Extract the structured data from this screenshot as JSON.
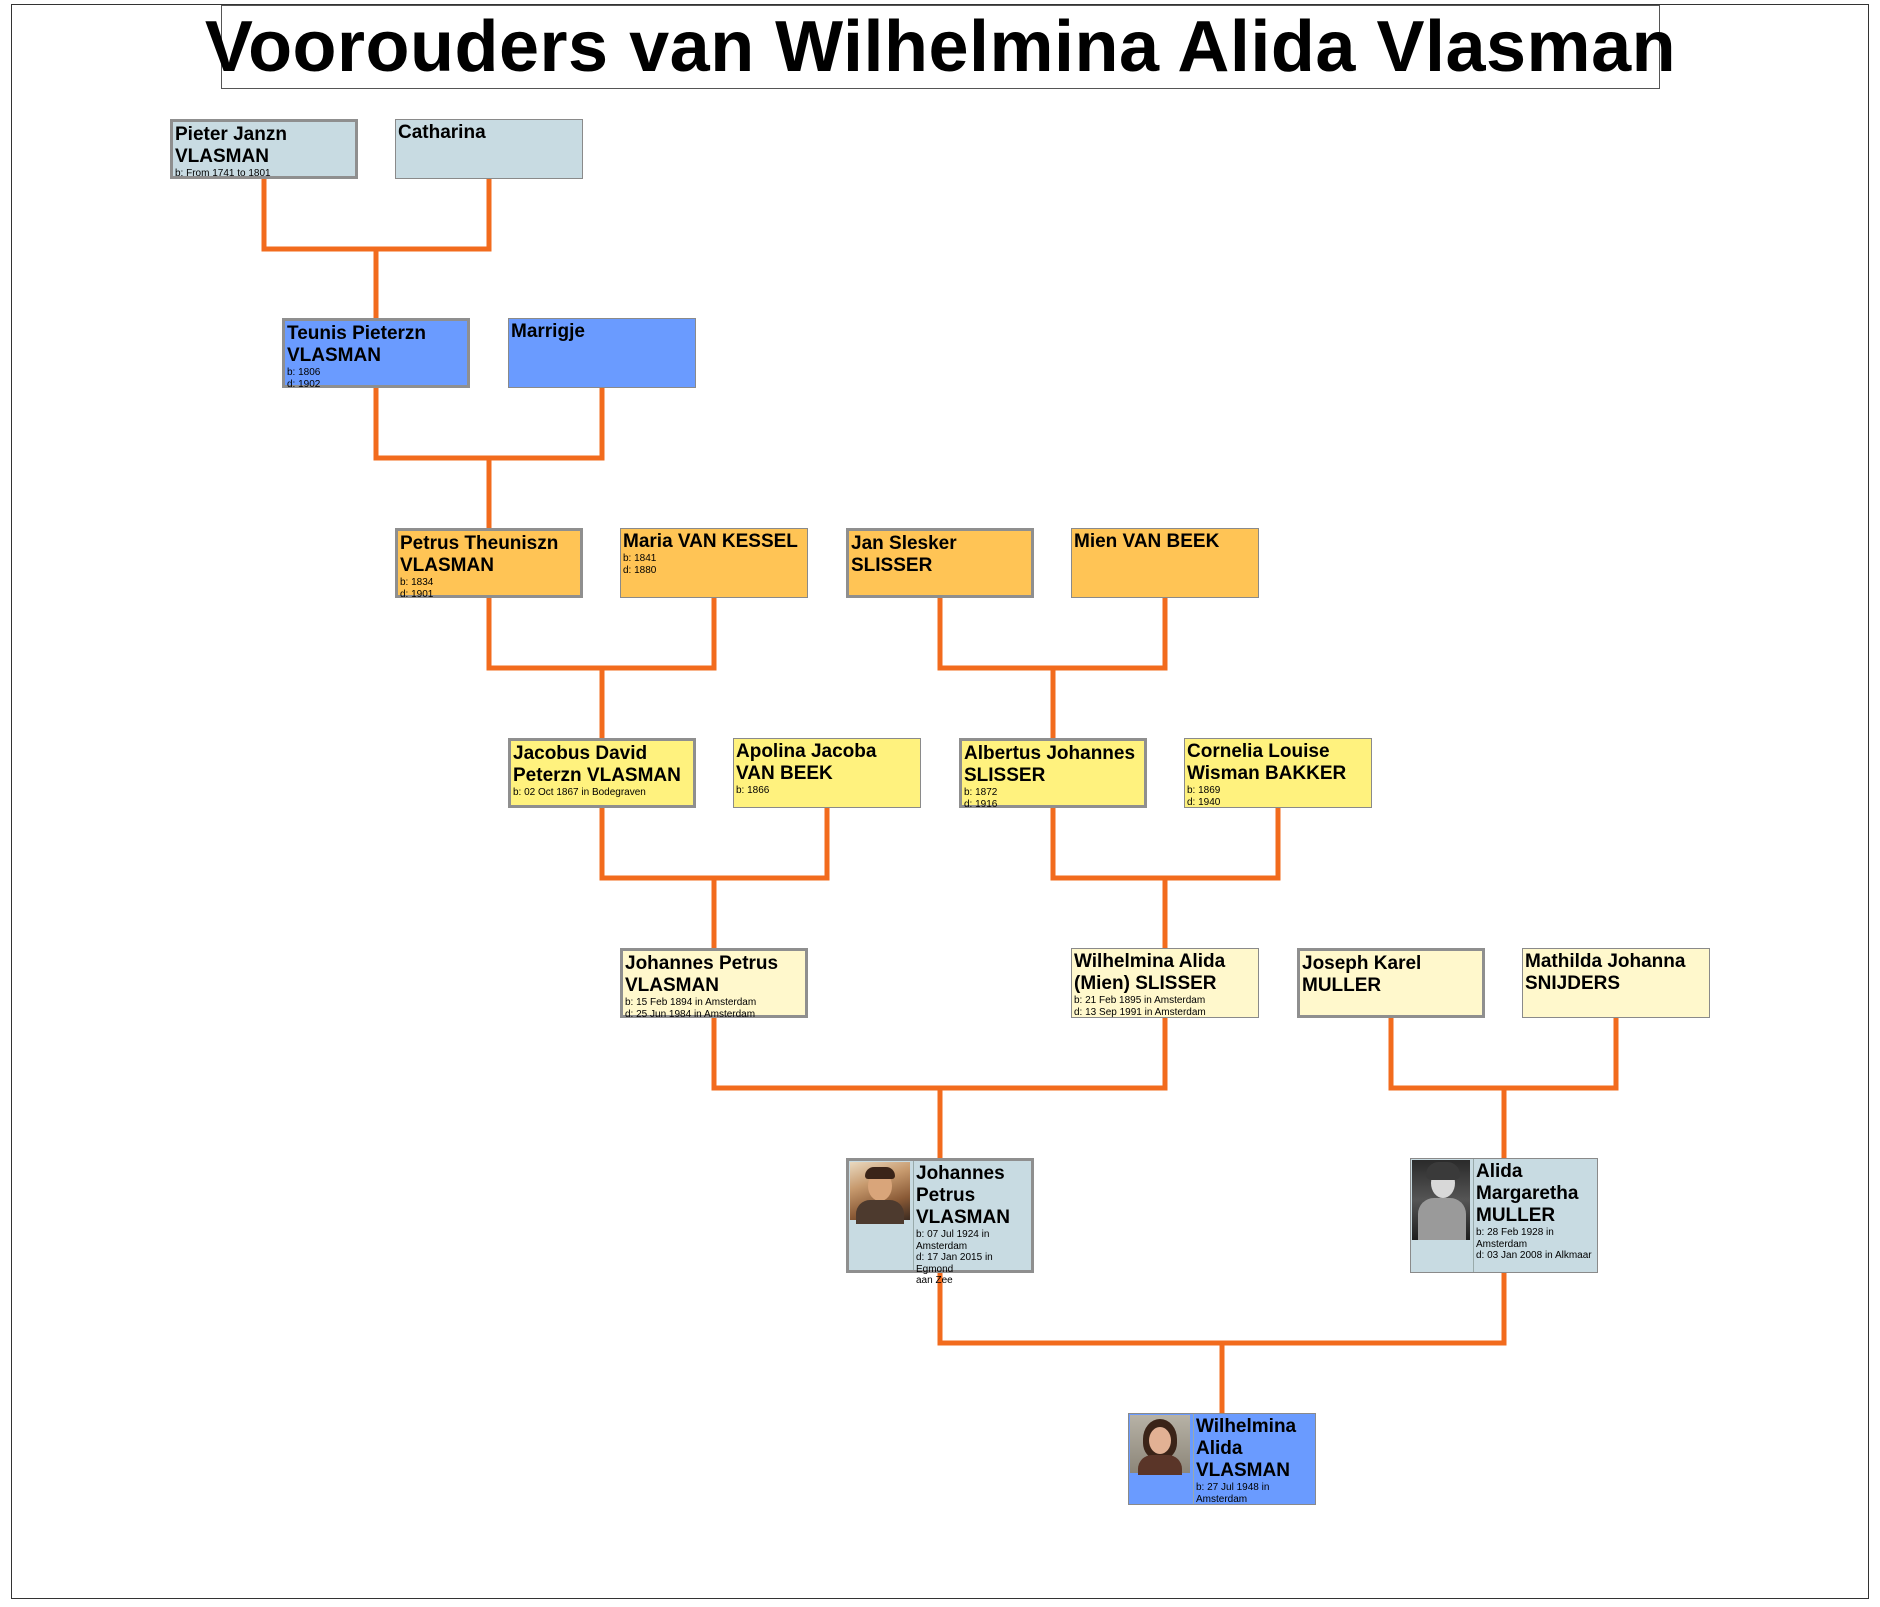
{
  "title": "Voorouders van Wilhelmina Alida Vlasman",
  "colors": {
    "line": "#f26b1d",
    "gen_blue_gray": "#c8dbe2",
    "gen_blue": "#6a9bff",
    "gen_orange": "#ffc455",
    "gen_yellow": "#fff27e",
    "gen_cream": "#fff8cc"
  },
  "people": {
    "pieter": {
      "name": "Pieter Janzn\nVLASMAN",
      "dates": "b: From 1741 to 1801"
    },
    "catharina": {
      "name": "Catharina",
      "dates": ""
    },
    "teunis": {
      "name": "Teunis Pieterzn\nVLASMAN",
      "dates": "b: 1806\nd: 1902"
    },
    "marrigje": {
      "name": "Marrigje",
      "dates": ""
    },
    "petrus": {
      "name": "Petrus Theuniszn\nVLASMAN",
      "dates": "b: 1834\nd: 1901"
    },
    "maria": {
      "name": "Maria VAN KESSEL",
      "dates": "b: 1841\nd: 1880"
    },
    "jan": {
      "name": "Jan Slesker\nSLISSER",
      "dates": ""
    },
    "mien": {
      "name": "Mien VAN BEEK",
      "dates": ""
    },
    "jacobus": {
      "name": "Jacobus David\nPeterzn VLASMAN",
      "dates": "b: 02 Oct 1867 in Bodegraven"
    },
    "apolina": {
      "name": "Apolina Jacoba\nVAN BEEK",
      "dates": "b: 1866"
    },
    "albertus": {
      "name": "Albertus Johannes\nSLISSER",
      "dates": "b: 1872\nd: 1916"
    },
    "cornelia": {
      "name": "Cornelia Louise\nWisman BAKKER",
      "dates": "b: 1869\nd: 1940"
    },
    "johannes1": {
      "name": "Johannes Petrus\nVLASMAN",
      "dates": "b: 15 Feb 1894 in Amsterdam\nd: 25 Jun 1984 in Amsterdam"
    },
    "wilhelmina1": {
      "name": "Wilhelmina Alida\n(Mien) SLISSER",
      "dates": "b: 21 Feb 1895 in Amsterdam\nd: 13 Sep 1991 in Amsterdam"
    },
    "joseph": {
      "name": "Joseph Karel\nMULLER",
      "dates": ""
    },
    "mathilda": {
      "name": "Mathilda Johanna\nSNIJDERS",
      "dates": ""
    },
    "johannes2": {
      "name": "Johannes\nPetrus\nVLASMAN",
      "dates": "b: 07 Jul 1924 in\nAmsterdam\nd: 17 Jan 2015 in Egmond\naan Zee"
    },
    "alida": {
      "name": "Alida\nMargaretha\nMULLER",
      "dates": "b: 28 Feb 1928 in\nAmsterdam\nd: 03 Jan 2008 in Alkmaar"
    },
    "wilhelmina2": {
      "name": "Wilhelmina\nAlida\nVLASMAN",
      "dates": "b: 27 Jul 1948 in\nAmsterdam"
    }
  }
}
